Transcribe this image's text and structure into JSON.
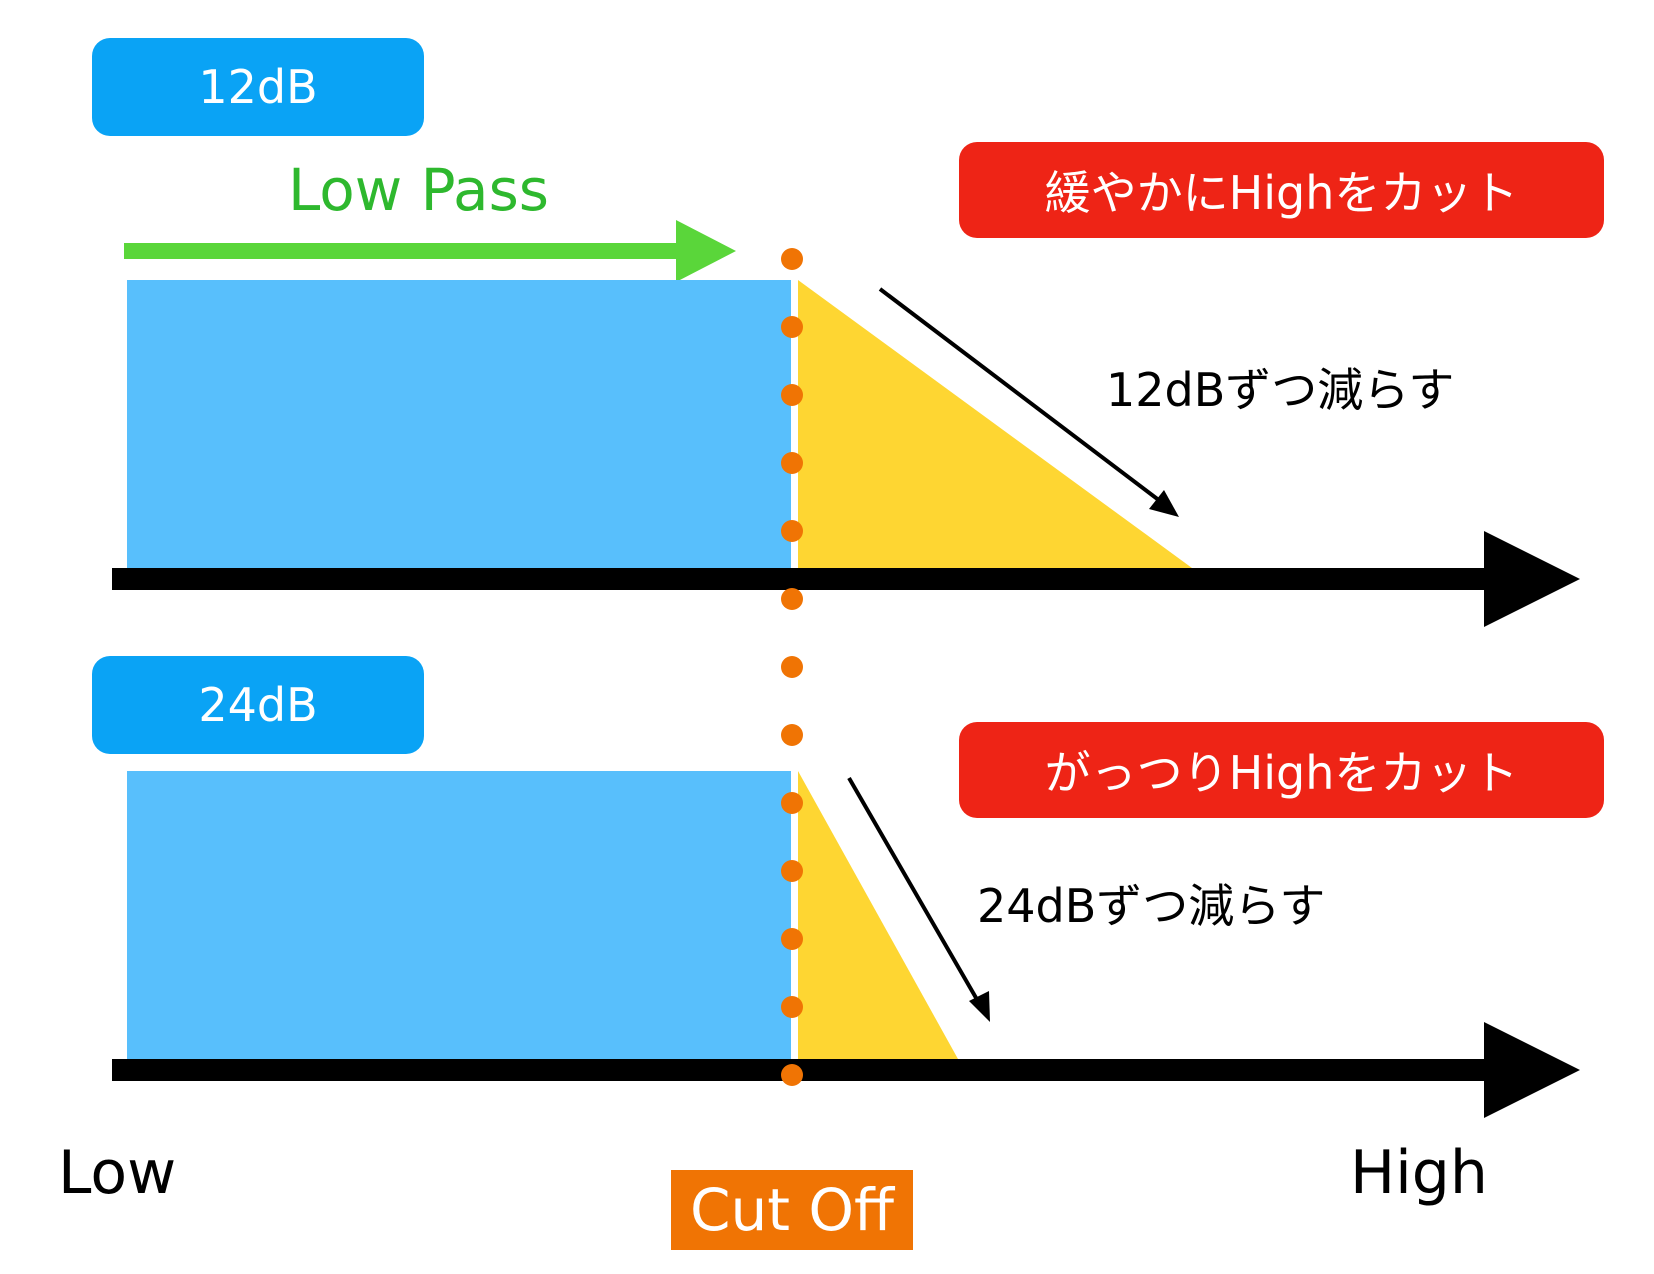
{
  "panels": [
    {
      "slope_label": "12dB",
      "description": "緩やかにHighをカット",
      "rate_text": "12dBずつ減らす"
    },
    {
      "slope_label": "24dB",
      "description": "がっつりHighをカット",
      "rate_text": "24dBずつ減らす"
    }
  ],
  "pass_label": "Low Pass",
  "axis": {
    "low": "Low",
    "high": "High"
  },
  "cutoff_label": "Cut Off",
  "colors": {
    "badge_blue": "#0aa3f5",
    "badge_red": "#ee2416",
    "passband": "#58bffc",
    "rolloff": "#fed632",
    "pass_arrow": "#5ad63a",
    "pass_text": "#2eb82e",
    "cutoff": "#f07404",
    "axis": "#000000"
  }
}
